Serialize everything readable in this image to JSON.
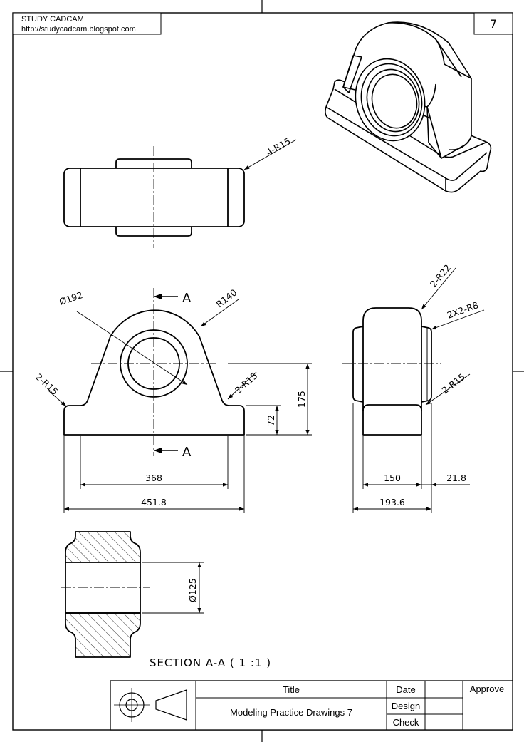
{
  "header": {
    "brand": "STUDY CADCAM",
    "url": "http://studycadcam.blogspot.com",
    "sheet_number": "7"
  },
  "top_view": {
    "fillet_callout": "4-R15"
  },
  "front_view": {
    "diameter": "Ø192",
    "radius": "R140",
    "fillet_left": "2-R15",
    "fillet_right": "2-R15",
    "section_letter": "A",
    "dim_base_height": "72",
    "dim_height": "175",
    "dim_inner_width": "368",
    "dim_total_width": "451.8"
  },
  "side_view": {
    "fillet_top": "2-R22",
    "chamfer": "2X2-R8",
    "fillet_bottom": "2-R15",
    "dim_body_width": "150",
    "dim_boss": "21.8",
    "dim_total": "193.6"
  },
  "section_view": {
    "bore_diameter": "Ø125",
    "caption": "SECTION A-A ( 1 :1 )"
  },
  "title_block": {
    "title_label": "Title",
    "date_label": "Date",
    "approve_label": "Approve",
    "design_label": "Design",
    "check_label": "Check",
    "drawing_title": "Modeling Practice Drawings 7"
  }
}
